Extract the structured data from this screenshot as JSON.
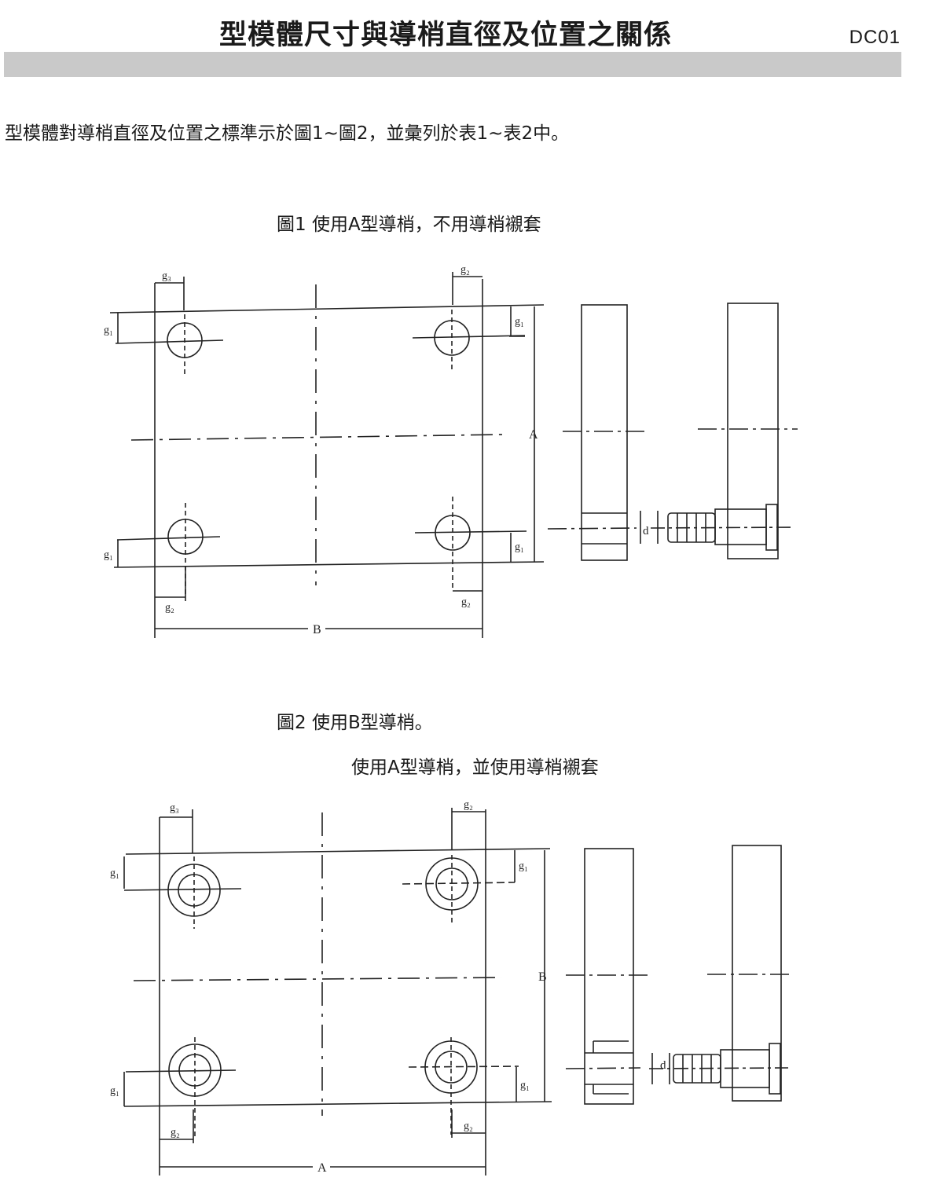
{
  "header": {
    "title": "型模體尺寸與導梢直徑及位置之關係",
    "code": "DC01"
  },
  "intro": "型模體對導梢直徑及位置之標準示於圖1~圖2，並彙列於表1~表2中。",
  "figure1": {
    "caption": "圖1 使用A型導梢，不用導梢襯套",
    "labels": {
      "g3": "g₃",
      "g2_top": "g₂",
      "g1_left_top": "g₁",
      "g1_right_top": "g₁",
      "A": "A",
      "d": "d",
      "g1_left_bottom": "g₁",
      "g1_right_bottom": "g₁",
      "g2_bottom_left": "g₂",
      "g2_bottom_right": "g₂",
      "B": "B"
    }
  },
  "figure2": {
    "caption_line1": "圖2 使用B型導梢。",
    "caption_line2": "使用A型導梢，並使用導梢襯套",
    "labels": {
      "g3": "g₃",
      "g2_top": "g₂",
      "g1_left_top": "g₁",
      "g1_right_top": "g₁",
      "B": "B",
      "d": "d",
      "g1_left_bottom": "g₁",
      "g1_right_bottom": "g₁",
      "g2_bottom_left": "g₂",
      "g2_bottom_right": "g₂",
      "A": "A"
    }
  }
}
